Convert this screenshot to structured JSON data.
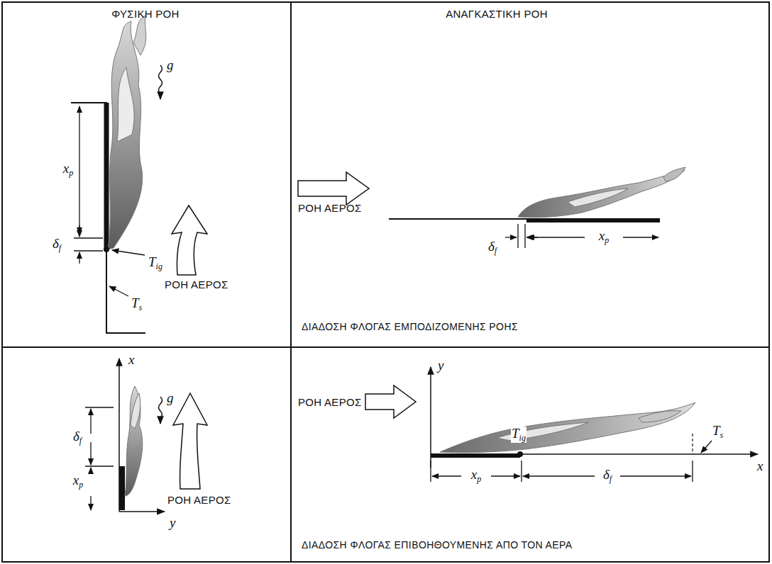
{
  "diagram": {
    "labels": [
      "ΦΥΣΙΚΗ ΡΟΗ",
      "ΑΝΑΓΚΑΣΤΙΚΗ ΡΟΗ",
      "xp",
      "δf",
      "Tig",
      "ΡΟΗ ΑΕΡΟΣ",
      "Ts",
      "g",
      "ΡΟΗ ΑΕΡΟΣ",
      "δf",
      "xp",
      "ΔΙΑΔΟΣΗ ΦΛΟΓΑΣ ΕΜΠΟΔΙΖΟΜΕΝΗΣ ΡΟΗΣ",
      "x",
      "δf",
      "xp",
      "g",
      "ΡΟΗ ΑΕΡΟΣ",
      "y",
      "y",
      "ΡΟΗ ΑΕΡΟΣ",
      "Tig",
      "Ts",
      "x",
      "xp",
      "δf",
      "ΔΙΑΔΟΣΗ ΦΛΟΓΑΣ ΕΠΙΒΟΗΘΟΥΜΕΝΗΣ ΑΠΟ ΤΟΝ ΑΕΡΑ"
    ]
  }
}
